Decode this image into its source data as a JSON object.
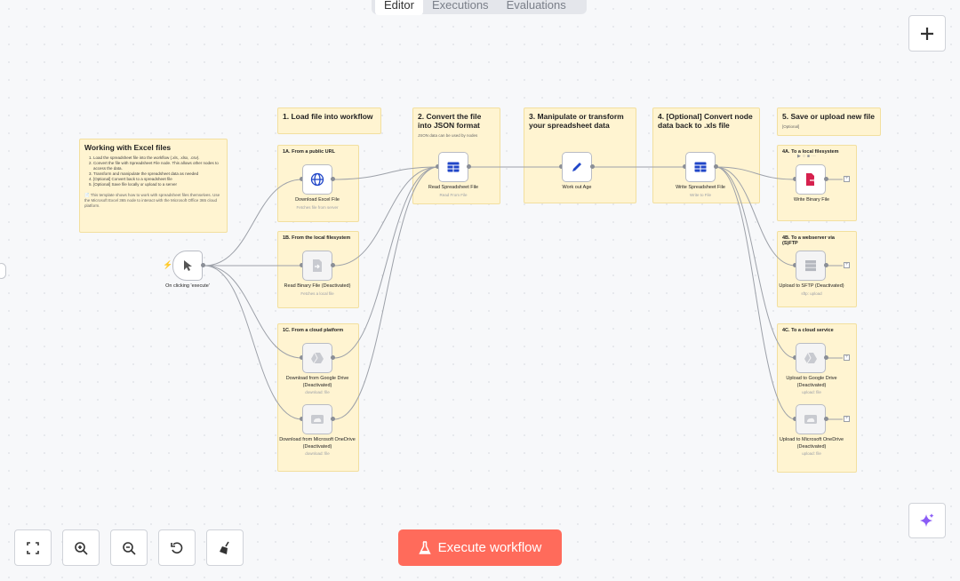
{
  "tabs": [
    {
      "label": "Editor",
      "active": true
    },
    {
      "label": "Executions",
      "active": false
    },
    {
      "label": "Evaluations",
      "active": false
    }
  ],
  "intro": {
    "title": "Working with Excel files",
    "steps": [
      "Load the spreadsheet file into the workflow (.xls, .xlsx, .csv).",
      "Convert the file with Spreadsheet File node. This allows other nodes to access the data.",
      "Transform and manipulate the spreadsheet data as needed",
      "[Optional] Convert back to a spreadsheet file",
      "[Optional] Save file locally or upload to a server"
    ],
    "note": "📄 This template shows how to work with spreadsheet files themselves. Use the Microsoft Excel 365 node to interact with the Microsoft Office 365 cloud platform."
  },
  "sections": {
    "s1": "1. Load file into workflow",
    "s1a": "1A. From a public URL",
    "s1b": "1B. From the local filesystem",
    "s1c": "1C. From a cloud platform",
    "s2": "2. Convert the file into JSON format",
    "s2sub": "JSON data can be used by nodes",
    "s3": "3. Manipulate or transform your spreadsheet data",
    "s4": "4. [Optional] Convert node data back to .xls file",
    "s5": "5. Save or upload new file",
    "s5sub": "[Optional]",
    "s4a": "4A. To a local filesystem",
    "s4b": "4B. To a webserver via (S)FTP",
    "s4c": "4C. To a cloud service"
  },
  "nodes": {
    "trigger": {
      "label": "On clicking 'execute'"
    },
    "download_excel": {
      "label": "Download Excel File",
      "sub": "Fetches file from server"
    },
    "read_binary": {
      "label": "Read Binary File (Deactivated)",
      "sub": "Fetches a local file"
    },
    "gdrive_dl": {
      "label": "Download from Google Drive (Deactivated)",
      "sub": "download: file"
    },
    "onedrive_dl": {
      "label": "Download from Microsoft OneDrive (Deactivated)",
      "sub": "download: file"
    },
    "read_sheet": {
      "label": "Read Spreadsheet File",
      "sub": "Read From File"
    },
    "work_age": {
      "label": "Work out Age"
    },
    "write_sheet": {
      "label": "Write Spreadsheet File",
      "sub": "Write to File"
    },
    "write_binary": {
      "label": "Write Binary File"
    },
    "sftp": {
      "label": "Upload to SFTP (Deactivated)",
      "sub": "sftp: upload"
    },
    "gdrive_up": {
      "label": "Upload to Google Drive (Deactivated)",
      "sub": "upload: file"
    },
    "onedrive_up": {
      "label": "Upload to Microsoft OneDrive (Deactivated)",
      "sub": "upload: file"
    }
  },
  "execute_button": "Execute workflow",
  "colors": {
    "accent": "#ff6b5b",
    "sticky": "#fff4d1",
    "node_icon_blue": "#2046c8"
  }
}
